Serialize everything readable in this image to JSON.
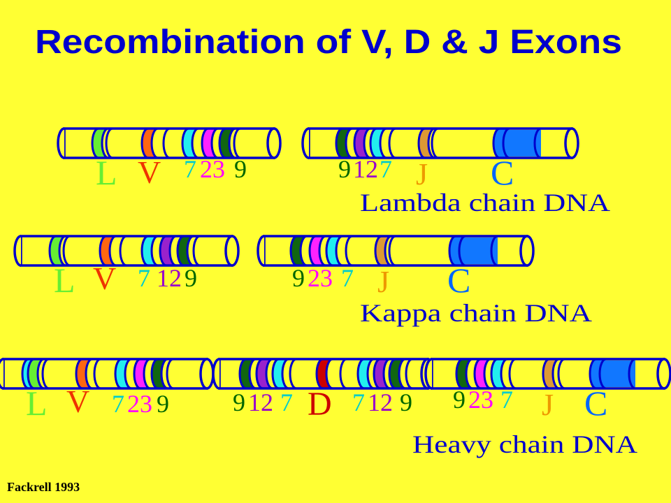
{
  "title": "Recombination of V, D & J Exons",
  "credit": "Fackrell 1993",
  "colors": {
    "background": "#ffff33",
    "outline": "#0000cc",
    "title": "#0000cc",
    "label_l": "#66ee33",
    "label_v": "#ee3300",
    "label_d": "#cc0000",
    "label_j": "#ee9900",
    "label_c": "#0066ff",
    "num_7": "#00cccc",
    "num_9": "#006600",
    "num_12": "#9900cc",
    "num_23": "#ff00ff",
    "seg_lightgreen": "#66ee33",
    "seg_orange": "#ff6611",
    "seg_cyan": "#22eeee",
    "seg_magenta": "#ff22ff",
    "seg_darkgreen": "#116611",
    "seg_purple": "#9922cc",
    "seg_tan": "#dd9933",
    "seg_blue": "#1177ff",
    "seg_red": "#cc0000"
  },
  "rows": [
    {
      "caption": "Lambda chain DNA",
      "cylinders": [
        {
          "labels": [
            "L",
            "V",
            "7",
            "23",
            "9"
          ]
        },
        {
          "labels": [
            "9",
            "12",
            "7",
            "J",
            "C"
          ]
        }
      ]
    },
    {
      "caption": "Kappa chain DNA",
      "cylinders": [
        {
          "labels": [
            "L",
            "V",
            "7",
            "12",
            "9"
          ]
        },
        {
          "labels": [
            "9",
            "23",
            "7",
            "J",
            "C"
          ]
        }
      ]
    },
    {
      "caption": "Heavy chain DNA",
      "cylinders": [
        {
          "labels": [
            "L",
            "V",
            "7",
            "23",
            "9"
          ]
        },
        {
          "labels": [
            "9",
            "12",
            "7",
            "D",
            "7",
            "12",
            "9"
          ]
        },
        {
          "labels": [
            "9",
            "23",
            "7",
            "J",
            "C"
          ]
        }
      ]
    }
  ]
}
